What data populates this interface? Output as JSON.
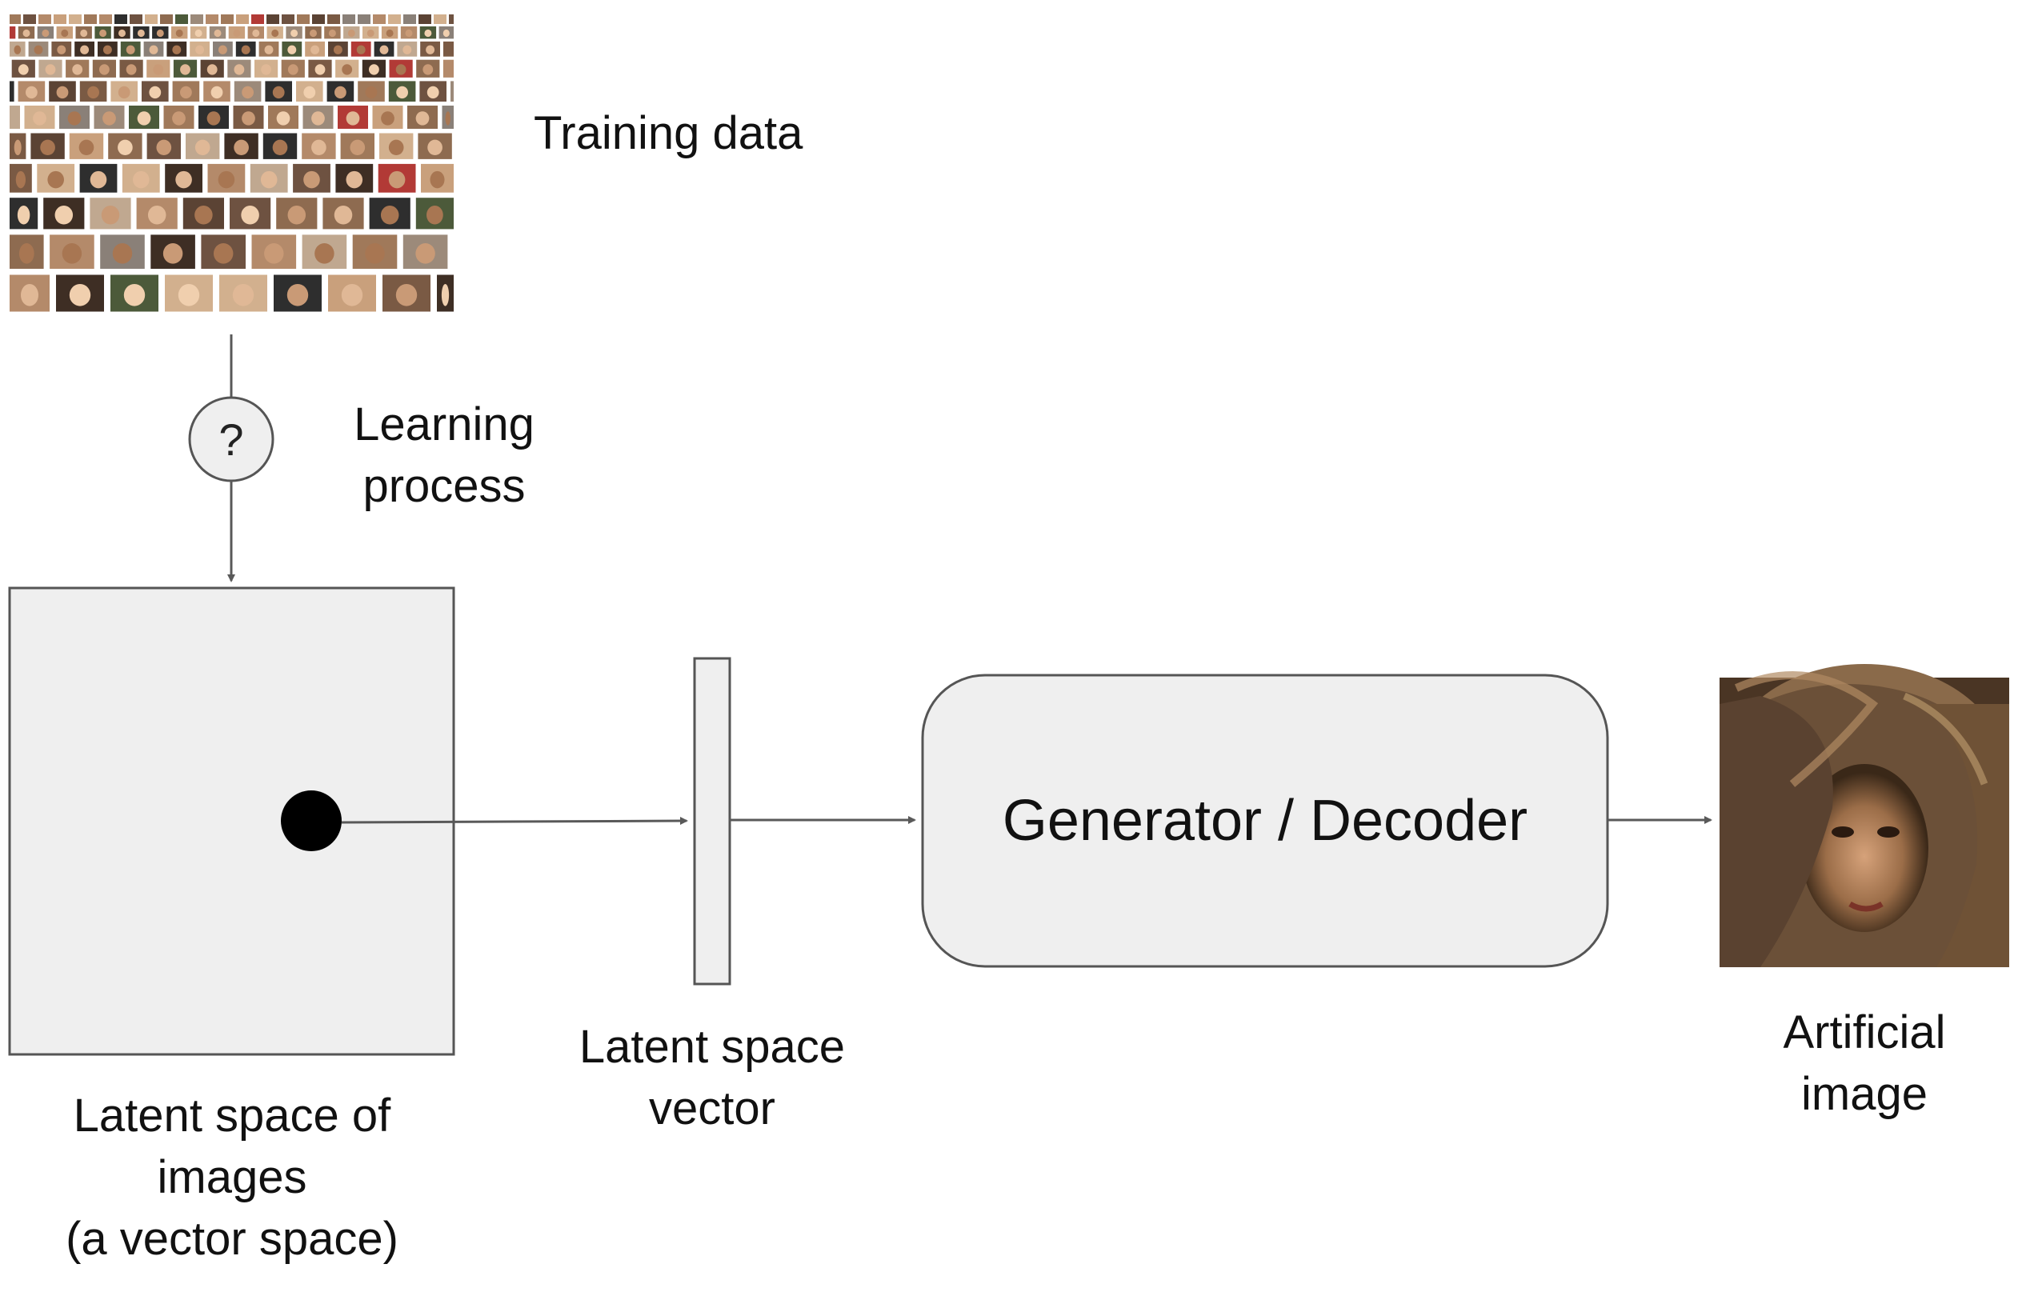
{
  "labels": {
    "training_data": "Training data",
    "learning_process": [
      "Learning",
      "process"
    ],
    "question_mark": "?",
    "latent_space_images": [
      "Latent space of",
      "images",
      "(a vector space)"
    ],
    "latent_space_vector": [
      "Latent space",
      "vector"
    ],
    "generator": "Generator / Decoder",
    "artificial_image": [
      "Artificial",
      "image"
    ]
  },
  "colors": {
    "box_fill": "#efefef",
    "stroke": "#555555",
    "arrow": "#595959",
    "point": "#000000"
  }
}
